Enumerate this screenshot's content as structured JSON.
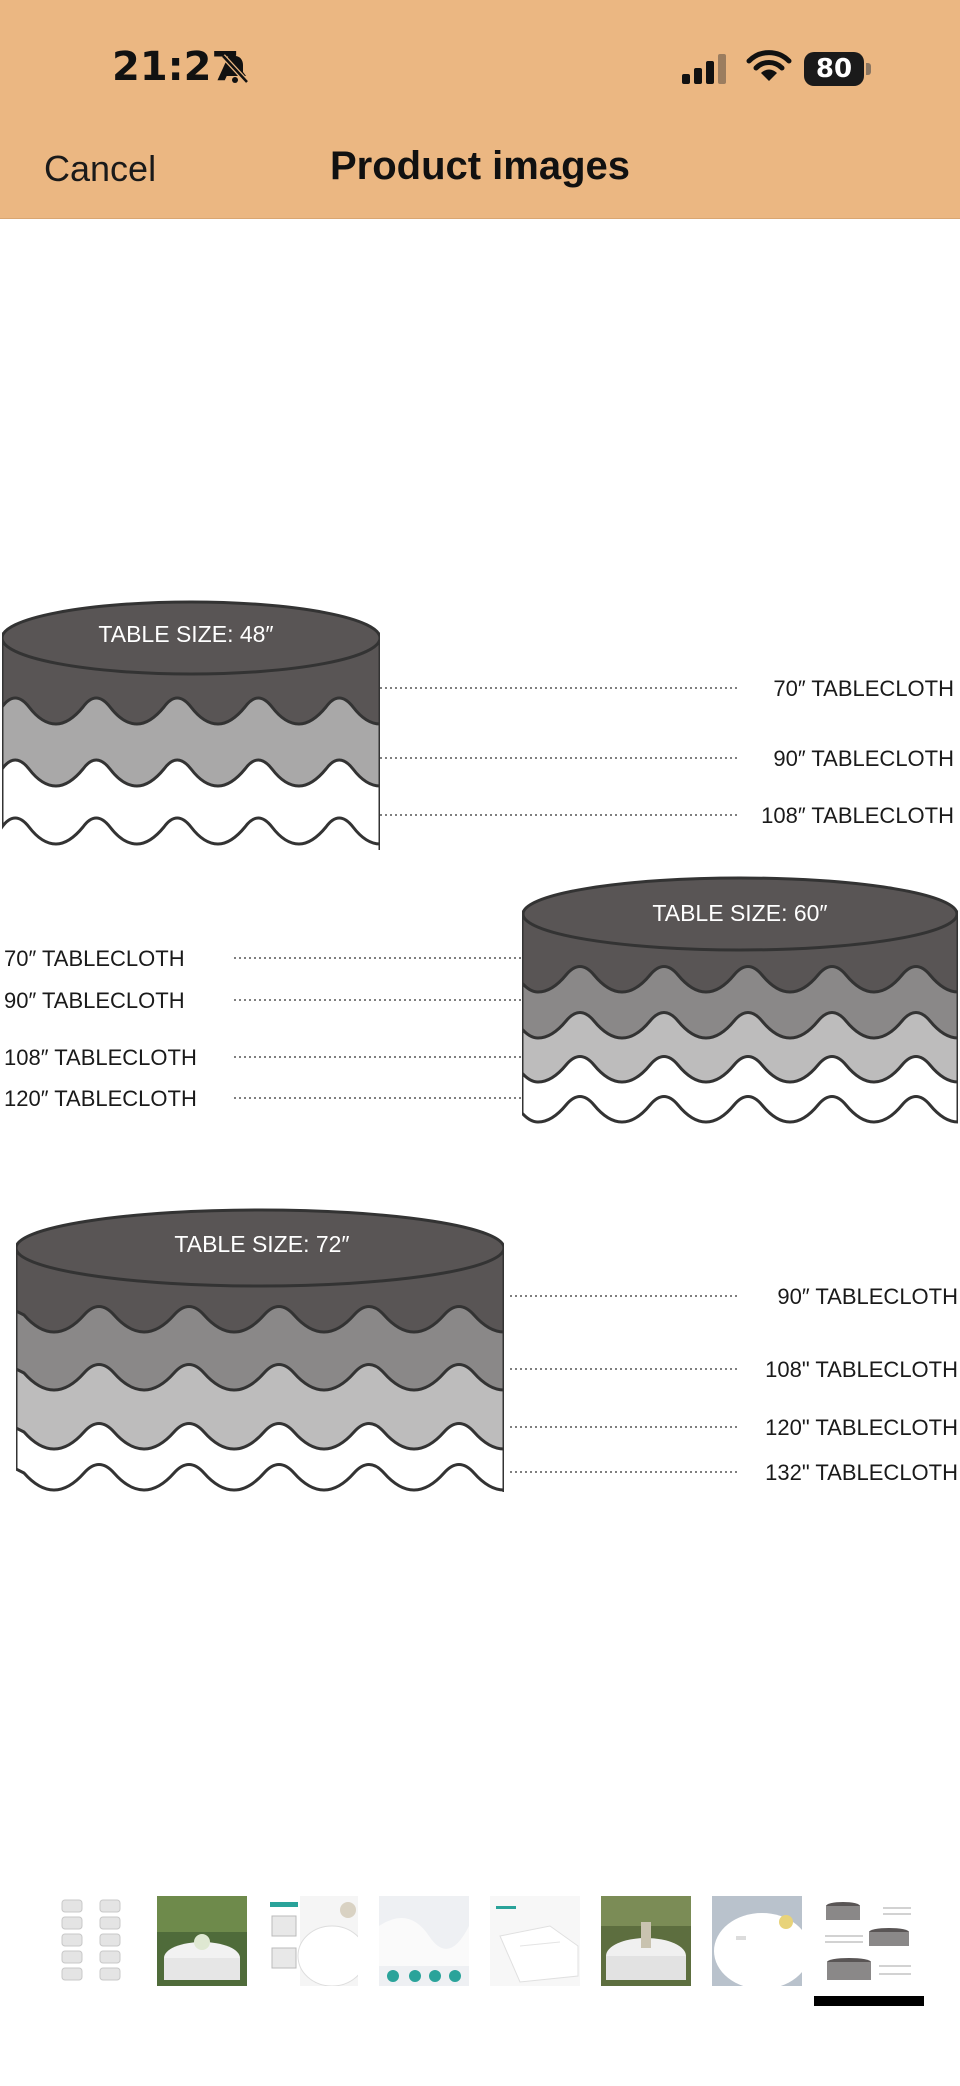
{
  "status_bar": {
    "time": "21:27",
    "battery_level": "80",
    "icons": [
      "bell-slash-icon",
      "cellular-signal-icon",
      "wifi-icon",
      "battery-icon"
    ]
  },
  "nav": {
    "cancel_label": "Cancel",
    "title": "Product images"
  },
  "product_image": {
    "tables": [
      {
        "size_label": "TABLE SIZE: 48″",
        "tablecloths": [
          "70″ TABLECLOTH",
          "90″ TABLECLOTH",
          "108″ TABLECLOTH"
        ]
      },
      {
        "size_label": "TABLE SIZE: 60″",
        "tablecloths": [
          "70″ TABLECLOTH",
          "90″ TABLECLOTH",
          "108″ TABLECLOTH",
          "120″ TABLECLOTH"
        ]
      },
      {
        "size_label": "TABLE SIZE: 72″",
        "tablecloths": [
          "90″ TABLECLOTH",
          "108\" TABLECLOTH",
          "120\" TABLECLOTH",
          "132\" TABLECLOTH"
        ]
      }
    ]
  },
  "thumbnails": {
    "count": 8,
    "selected_index": 7
  },
  "colors": {
    "header_bg": "#ebb782",
    "tier_dark": "#595555",
    "tier_mid": "#8a8888",
    "tier_light": "#bdbcbc",
    "tier_white": "#ffffff"
  }
}
